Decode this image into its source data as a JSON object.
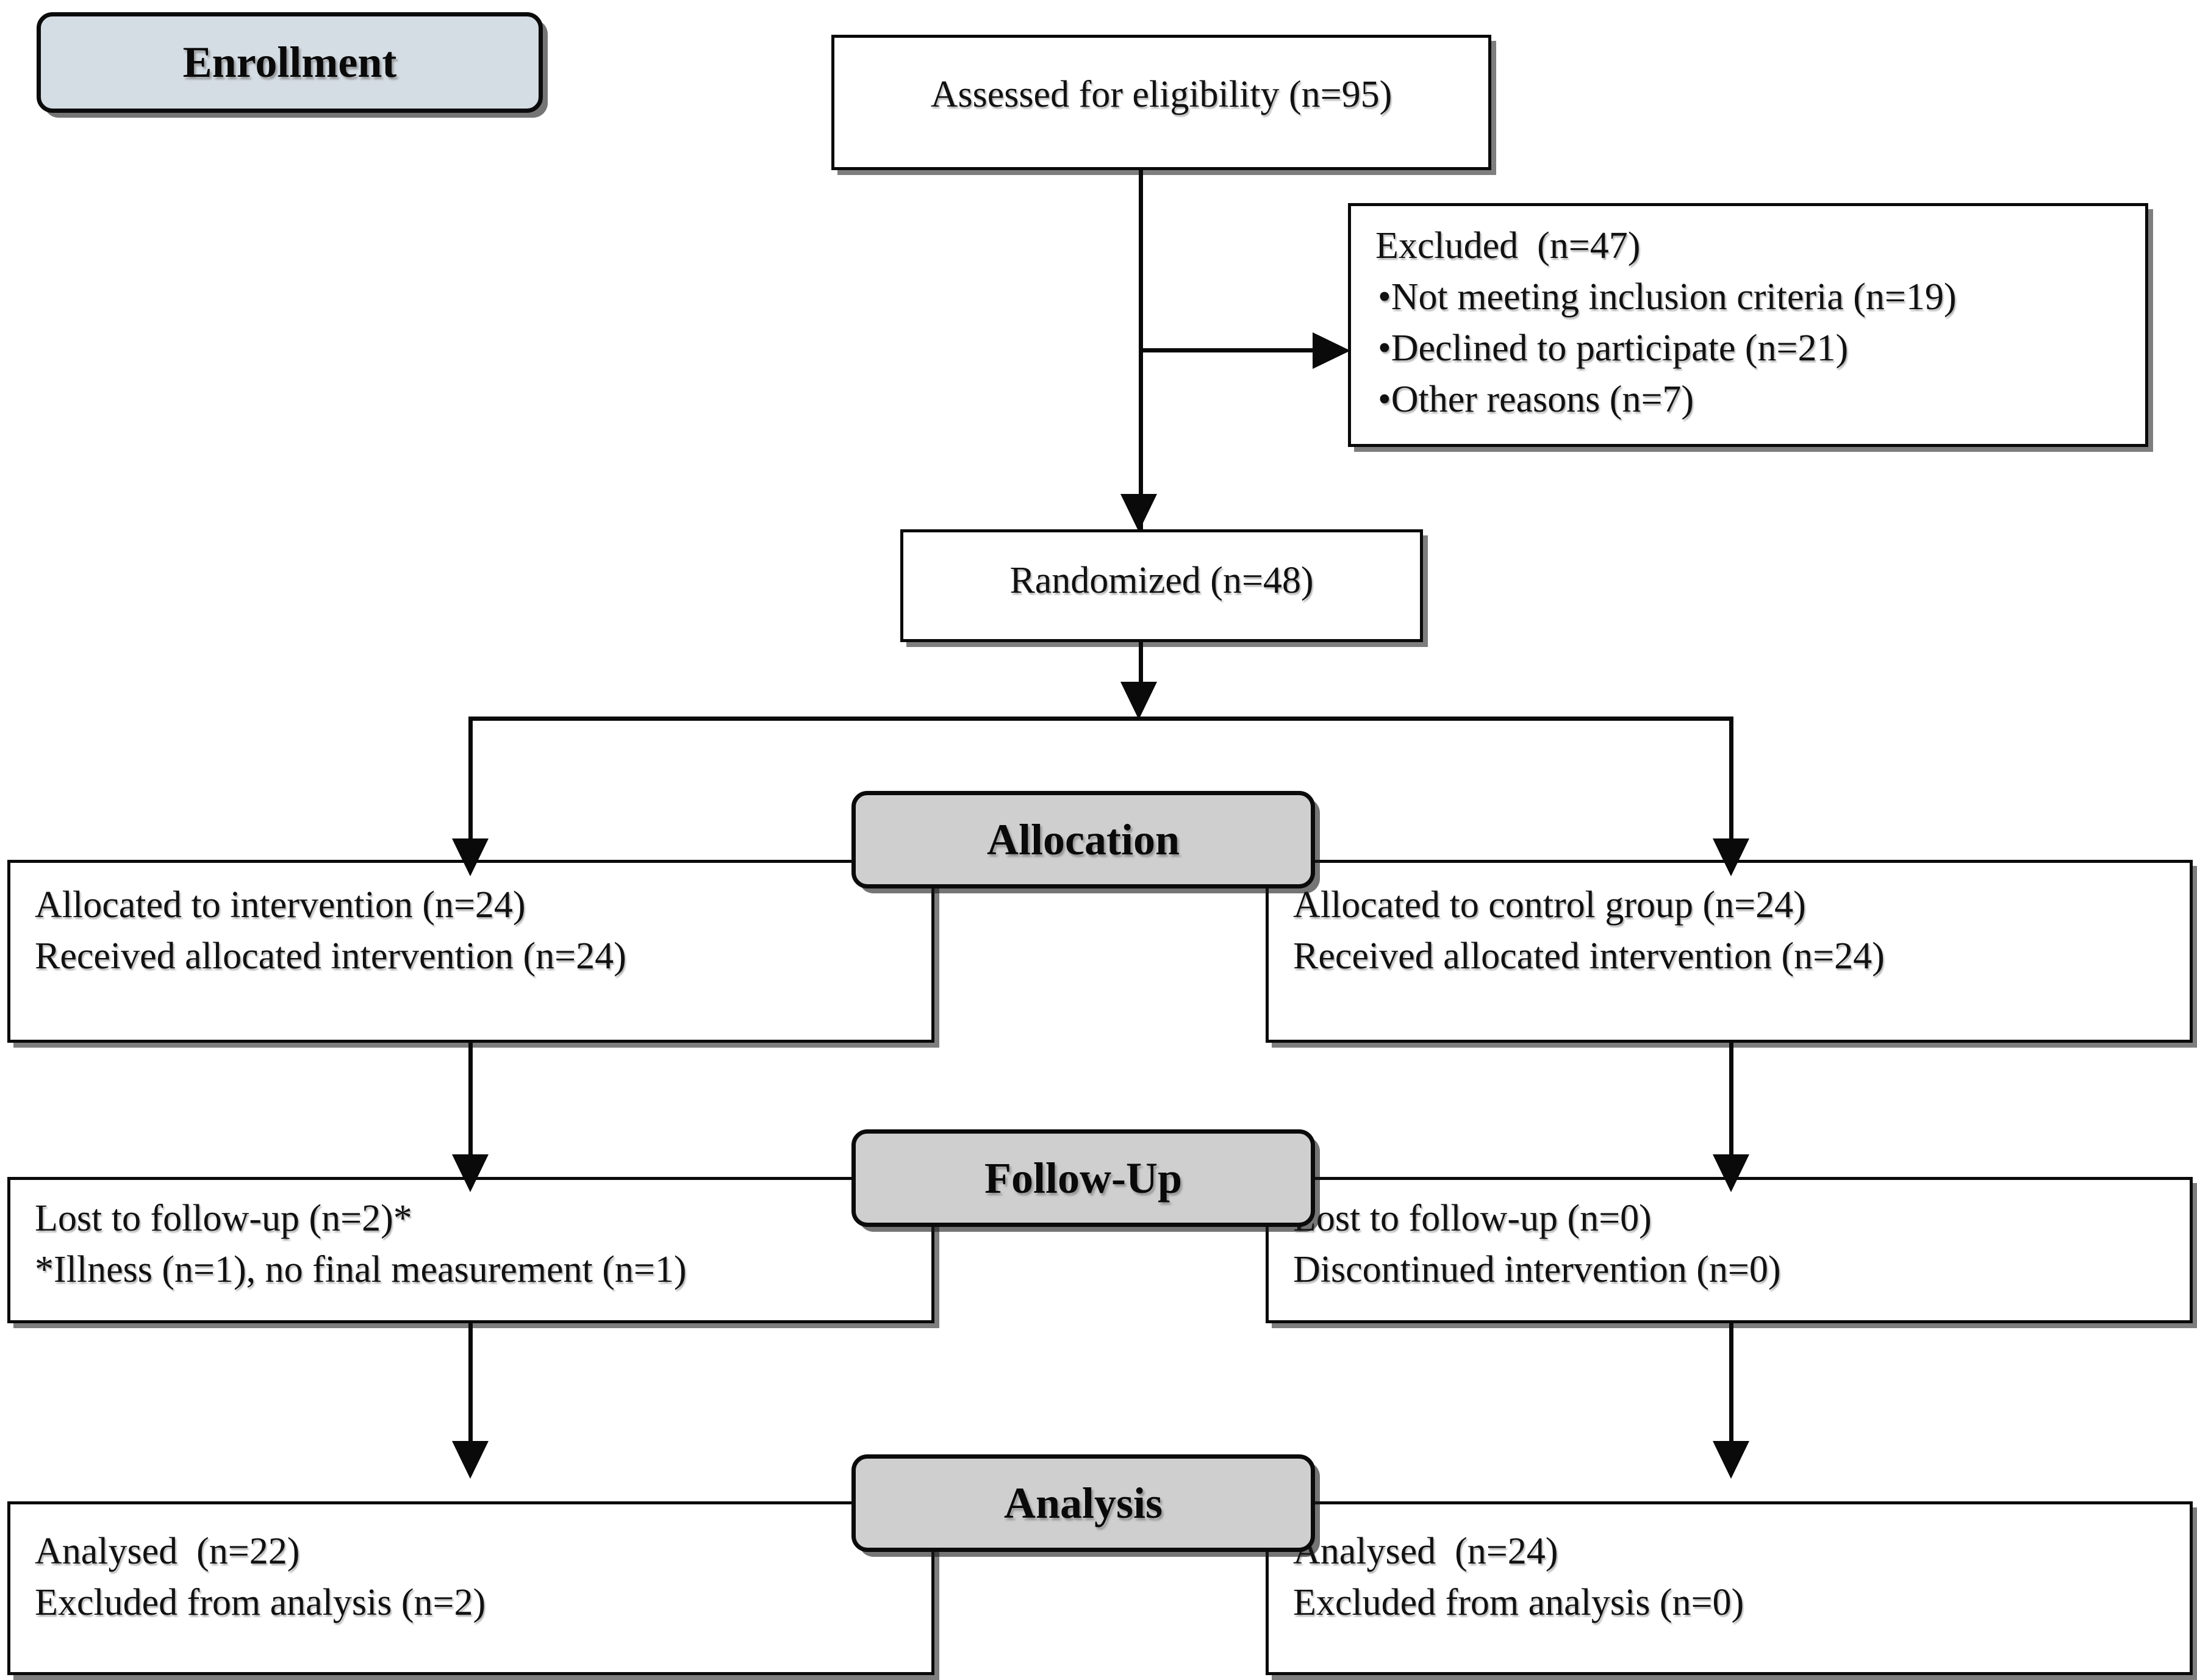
{
  "diagram": {
    "title": "CONSORT Participant Flow Diagram",
    "colors": {
      "enrollment_fill": "#d5dde4",
      "stage_label_fill": "#cfcfcf",
      "box_fill": "#ffffff",
      "line": "#0a0a0a",
      "text": "#111111"
    }
  },
  "stages": {
    "enrollment": "Enrollment",
    "allocation": "Allocation",
    "follow_up": "Follow-Up",
    "analysis": "Analysis"
  },
  "boxes": {
    "assessed": {
      "line1": "Assessed for eligibility (n=95)"
    },
    "excluded": {
      "heading": "Excluded  (n=47)",
      "reasons": [
        "•Not meeting inclusion criteria (n=19)",
        "•Declined to participate (n=21)",
        "•Other reasons (n=7)"
      ]
    },
    "randomized": {
      "line1": "Randomized (n=48)"
    },
    "allocation_left": {
      "line1": "Allocated to intervention (n=24)",
      "line2": "Received allocated intervention (n=24)"
    },
    "allocation_right": {
      "line1": "Allocated to control group (n=24)",
      "line2": "Received allocated intervention (n=24)"
    },
    "followup_left": {
      "line1": "Lost to follow-up (n=2)*",
      "line2": "*Illness (n=1), no final measurement (n=1)"
    },
    "followup_right": {
      "line1": "Lost to follow-up (n=0)",
      "line2": "Discontinued intervention (n=0)"
    },
    "analysis_left": {
      "line1": "Analysed  (n=22)",
      "line2": "Excluded from analysis (n=2)"
    },
    "analysis_right": {
      "line1": "Analysed  (n=24)",
      "line2": "Excluded from analysis (n=0)"
    }
  },
  "counts": {
    "assessed": 95,
    "excluded_total": 47,
    "excluded_not_meeting": 19,
    "excluded_declined": 21,
    "excluded_other": 7,
    "randomized": 48,
    "allocated_intervention": 24,
    "received_intervention": 24,
    "allocated_control": 24,
    "received_control": 24,
    "lost_intervention": 2,
    "lost_control": 0,
    "discontinued_control": 0,
    "analysed_intervention": 22,
    "analysed_control": 24,
    "excluded_analysis_intervention": 2,
    "excluded_analysis_control": 0
  }
}
